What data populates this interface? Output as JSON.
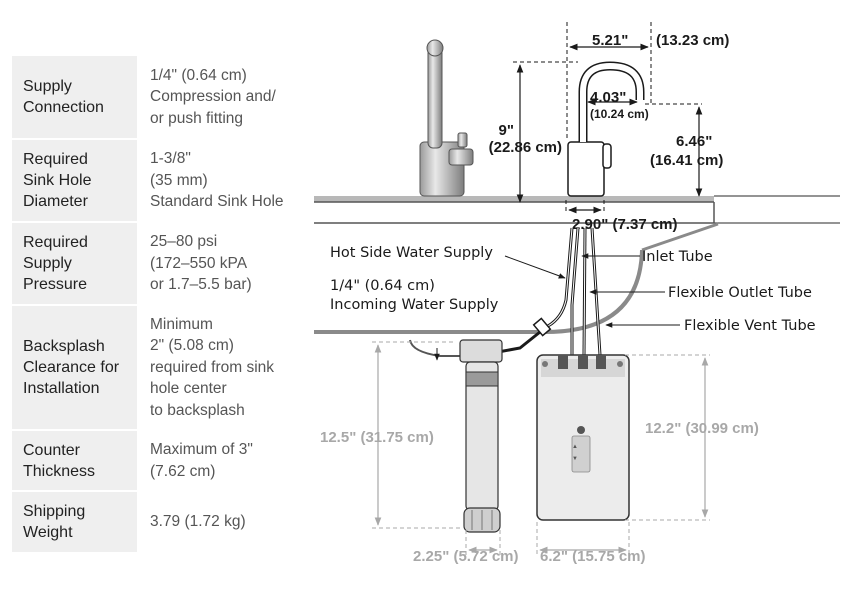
{
  "specs": [
    {
      "label": [
        "Supply",
        "Connection"
      ],
      "value": [
        "1/4\" (0.64 cm)",
        "Compression and/",
        "or push fitting"
      ]
    },
    {
      "label": [
        "Required",
        "Sink Hole",
        "Diameter"
      ],
      "value": [
        "1-3/8\"",
        "(35 mm)",
        "Standard Sink Hole"
      ]
    },
    {
      "label": [
        "Required",
        "Supply",
        "Pressure"
      ],
      "value": [
        "25–80 psi",
        "(172–550 kPA",
        "or 1.7–5.5 bar)"
      ]
    },
    {
      "label": [
        "Backsplash",
        "Clearance for",
        "Installation"
      ],
      "value": [
        "Minimum",
        "2\" (5.08 cm)",
        "required from sink",
        "hole center",
        "to backsplash"
      ]
    },
    {
      "label": [
        "Counter",
        "Thickness"
      ],
      "value": [
        "Maximum of 3\"",
        "(7.62 cm)"
      ]
    },
    {
      "label": [
        "Shipping",
        "Weight"
      ],
      "value": [
        "3.79 (1.72 kg)"
      ]
    }
  ],
  "dimensions": {
    "spout_reach": "5.21\"",
    "spout_reach_cm": "(13.23 cm)",
    "spout_inner": "4.03\"",
    "spout_inner_cm": "(10.24 cm)",
    "faucet_height": "9\"",
    "faucet_height_cm": "(22.86 cm)",
    "spout_height": "6.46\"",
    "spout_height_cm": "(16.41 cm)",
    "base_width": "2.90\" (7.37 cm)",
    "filter_height": "12.5\" (31.75 cm)",
    "tank_height": "12.2\" (30.99 cm)",
    "filter_width": "2.25\" (5.72 cm)",
    "tank_width": "6.2\" (15.75 cm)"
  },
  "callouts": {
    "hot_side": "Hot Side Water Supply",
    "inlet_tube": "Inlet Tube",
    "incoming_1": "1/4\" (0.64 cm)",
    "incoming_2": "Incoming Water Supply",
    "outlet_tube": "Flexible Outlet Tube",
    "vent_tube": "Flexible Vent Tube"
  },
  "colors": {
    "dark": "#1a1a1a",
    "grey": "#a8a8a8",
    "label_bg": "#efefef"
  }
}
